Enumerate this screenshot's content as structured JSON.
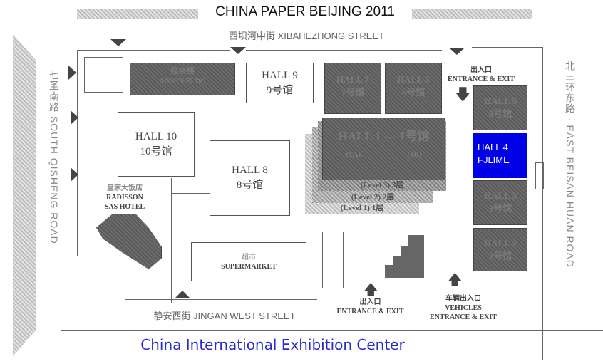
{
  "title": "CHINA PAPER BEIJING 2011",
  "streets": {
    "north": "西坝河中街 XIBAHEZHONG STREET",
    "west": "七圣南路   SOUTH QISHENG ROAD",
    "east": "北三环东路 · EAST BEISAN HUAN ROAD",
    "south": "静安西街  JINGAN WEST STREET"
  },
  "buildings": {
    "admin": {
      "cn": "综合楼",
      "en": "ADMIN BLDG"
    },
    "hall9": {
      "en": "HALL 9",
      "cn": "9号馆"
    },
    "hall7": {
      "en": "HALL 7",
      "cn": "7号馆"
    },
    "hall6": {
      "en": "HALL 6",
      "cn": "6号馆"
    },
    "hall1": {
      "en": "HALL 1 — 1号馆",
      "a": "(1A)",
      "b": "(1B)",
      "levels": [
        "(Level 3)   3层",
        "(Level 2)   2层",
        "(Level 1)   1层"
      ]
    },
    "hall10": {
      "en": "HALL 10",
      "cn": "10号馆"
    },
    "hall8": {
      "en": "HALL 8",
      "cn": "8号馆"
    },
    "radisson": {
      "cn": "皇家大饭店",
      "en1": "RADISSON",
      "en2": "SAS HOTEL"
    },
    "supermarket": {
      "cn": "超市",
      "en": "SUPERMARKET"
    },
    "hall5": {
      "en": "HALL 5",
      "cn": "5号馆"
    },
    "hall4": {
      "line1": "HALL 4",
      "line2": "FJLIME"
    },
    "hall3": {
      "en": "HALL 3",
      "cn": "3号馆"
    },
    "hall2": {
      "en": "HALL 2",
      "cn": "2号馆"
    }
  },
  "entrances": {
    "top": {
      "cn": "出入口",
      "en": "ENTRANCE & EXIT"
    },
    "bottom": {
      "cn": "出入口",
      "en": "ENTRANCE & EXIT"
    },
    "vehicles": {
      "cn": "车辆出入口",
      "en1": "VEHICLES",
      "en2": "ENTRANCE & EXIT"
    }
  },
  "footer": "China International Exhibition Center",
  "colors": {
    "highlight": "#0000e6",
    "footer_text": "#2a2ad0"
  }
}
